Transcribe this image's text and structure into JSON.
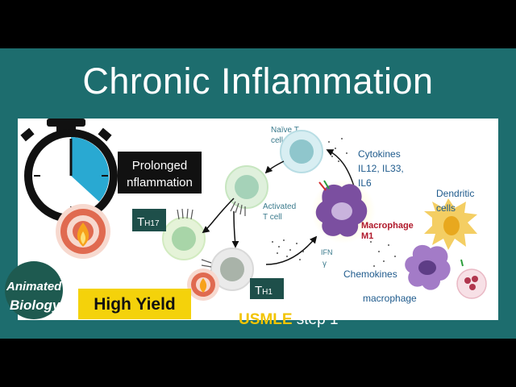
{
  "title": "Chronic Inflammation",
  "labels": {
    "prolonged_1": "Prolonged",
    "prolonged_2": "nflammation",
    "naive_1": "Naïve T",
    "naive_2": "cell",
    "activated_1": "Activated",
    "activated_2": "T cell",
    "th17_main": "T",
    "th17_sub": "H17",
    "th1_main": "T",
    "th1_sub": "H1",
    "cytokines_title": "Cytokines",
    "cytokines_l1": "IL12, IL33,",
    "cytokines_l2": "IL6",
    "macrophage_m1_1": "Macrophage",
    "macrophage_m1_2": "M1",
    "ifn_1": "IFN",
    "ifn_2": "γ",
    "chemokines": "Chemokines",
    "macrophage": "macrophage",
    "dendritic_1": "Dendritic",
    "dendritic_2": "cells"
  },
  "branding": {
    "logo_line1": "Animated",
    "logo_line2": "Biology",
    "high_yield": "High Yield",
    "usmle": "USMLE",
    "step": " step 1"
  },
  "colors": {
    "teal": "#1d6d6e",
    "clock_fill": "#29a9d2",
    "dark_badge": "#1e4f4a",
    "high_yield_bg": "#f4d20b",
    "usmle_yellow": "#f2c400",
    "macrophage_purple": "#7b4fa0",
    "label_blue": "#1e5a8c",
    "label_red": "#b0182a"
  },
  "icons": [
    "stopwatch-icon",
    "fire-target-icon",
    "t-cell-icon",
    "macrophage-icon",
    "dendritic-cell-icon",
    "neutrophil-icon"
  ]
}
